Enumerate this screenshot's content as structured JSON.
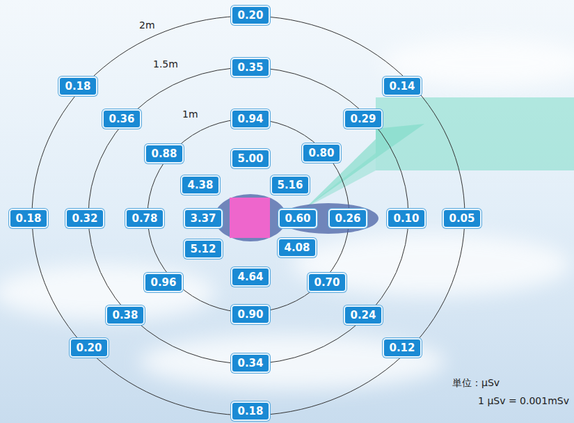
{
  "diagram": {
    "nodes": [
      {
        "text": [
          "0.20"
        ]
      },
      {
        "text": [
          "0.18"
        ]
      },
      {
        "text": [
          "0.35"
        ]
      },
      {
        "text": [
          "0.14"
        ]
      },
      {
        "text": [
          "0.36"
        ]
      },
      {
        "text": [
          "0.94"
        ]
      },
      {
        "text": [
          "0.29"
        ]
      },
      {
        "text": [
          "0.88"
        ]
      },
      {
        "text": [
          "0.80"
        ]
      },
      {
        "text": [
          "5.00"
        ]
      },
      {
        "text": [
          "4.38"
        ]
      },
      {
        "text": [
          "5.16"
        ]
      },
      {
        "text": [
          "0.18"
        ]
      },
      {
        "text": [
          "0.32"
        ]
      },
      {
        "text": [
          "0.78"
        ]
      },
      {
        "text": [
          "3.37"
        ]
      },
      {
        "text": [
          "0.60"
        ]
      },
      {
        "text": [
          "0.26"
        ]
      },
      {
        "text": [
          "0.10"
        ]
      },
      {
        "text": [
          "0.05"
        ]
      },
      {
        "text": [
          "5.12"
        ]
      },
      {
        "text": [
          "4.08"
        ]
      },
      {
        "text": [
          "4.64"
        ]
      },
      {
        "text": [
          "0.96"
        ]
      },
      {
        "text": [
          "0.70"
        ]
      },
      {
        "text": [
          "0.38"
        ]
      },
      {
        "text": [
          "0.90"
        ]
      },
      {
        "text": [
          "0.24"
        ]
      },
      {
        "text": [
          "0.20"
        ]
      },
      {
        "text": [
          "0.34"
        ]
      },
      {
        "text": [
          "0.12"
        ]
      },
      {
        "text": [
          "0.18"
        ]
      }
    ],
    "labels": [
      "2m",
      "1.5m",
      "1m",
      "単位：μSv",
      "1 μSv = 0.001mSv"
    ]
  }
}
